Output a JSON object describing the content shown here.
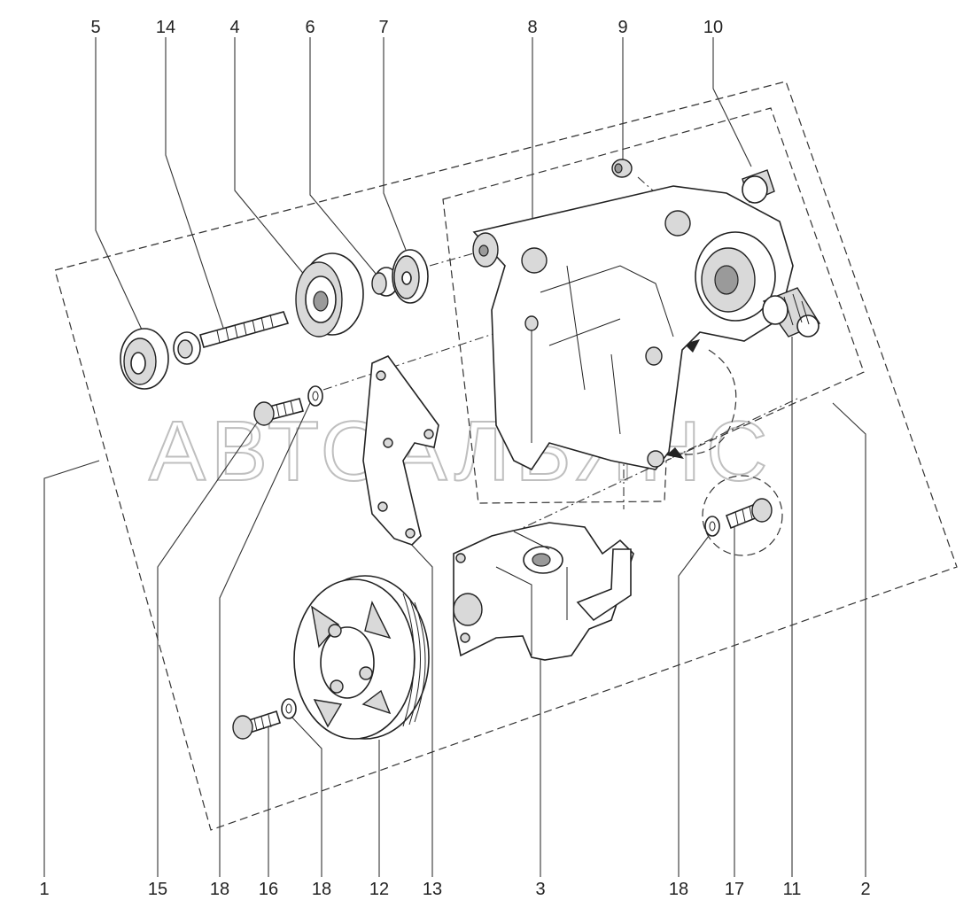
{
  "watermark": "АВТОАЛЬЯНС",
  "callouts": {
    "top": [
      "5",
      "14",
      "4",
      "6",
      "7",
      "8",
      "9",
      "10"
    ],
    "bottom": [
      "1",
      "15",
      "18",
      "16",
      "18",
      "12",
      "13",
      "3",
      "18",
      "17",
      "11",
      "2"
    ]
  }
}
